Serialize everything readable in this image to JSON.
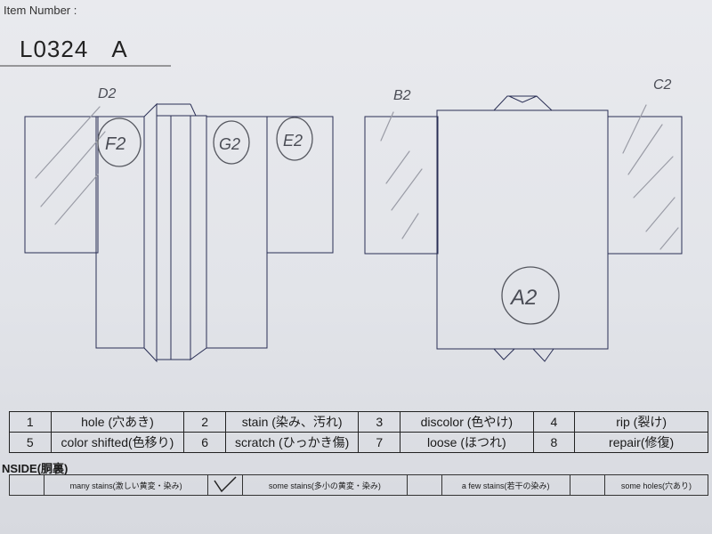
{
  "header": {
    "item_number_label": "Item Number :",
    "item_code": "L0324",
    "item_variant": "A"
  },
  "marks": {
    "front_left_sleeve": "D2",
    "front_panel_f": "F2",
    "front_panel_g": "G2",
    "front_panel_e": "E2",
    "back_left_sleeve": "B2",
    "back_right_sleeve": "C2",
    "back_panel": "A2"
  },
  "legend": [
    {
      "num": "1",
      "label": "hole (穴あき)"
    },
    {
      "num": "2",
      "label": "stain (染み、汚れ)"
    },
    {
      "num": "3",
      "label": "discolor (色やけ)"
    },
    {
      "num": "4",
      "label": "rip (裂け)"
    },
    {
      "num": "5",
      "label": "color shifted(色移り)"
    },
    {
      "num": "6",
      "label": "scratch (ひっかき傷)"
    },
    {
      "num": "7",
      "label": "loose (ほつれ)"
    },
    {
      "num": "8",
      "label": "repair(修復)"
    }
  ],
  "inside": {
    "title": "NSIDE(胴裏)",
    "options": [
      {
        "label": "many stains(激しい黄変・染み)",
        "checked": false
      },
      {
        "label": "some stains(多小の黄変・染み)",
        "checked": true
      },
      {
        "label": "a few stains(若干の染み)",
        "checked": false
      },
      {
        "label": "some holes(穴あり)",
        "checked": false
      }
    ]
  }
}
